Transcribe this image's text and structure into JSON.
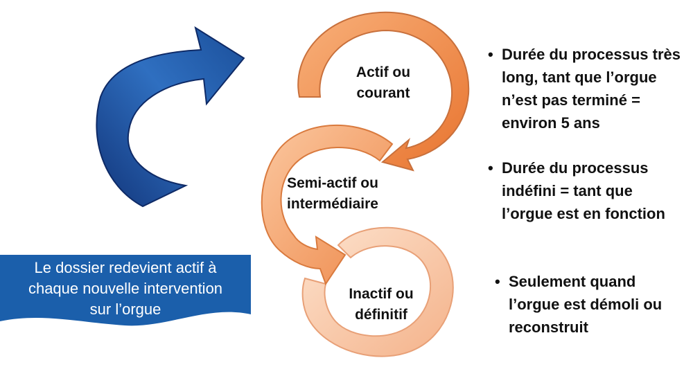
{
  "stages": [
    {
      "id": "actif",
      "lines": [
        "Actif ou",
        "courant"
      ]
    },
    {
      "id": "semi",
      "lines": [
        "Semi-actif ou",
        "intermédiaire"
      ]
    },
    {
      "id": "inactif",
      "lines": [
        "Inactif ou",
        "définitif"
      ]
    }
  ],
  "bullets": [
    {
      "lines": [
        "Durée du processus très",
        "long, tant que l’orgue",
        "n’est pas terminé =",
        "environ 5 ans"
      ]
    },
    {
      "lines": [
        "Durée du processus",
        "indéfini = tant que",
        "l’orgue est en fonction"
      ]
    },
    {
      "lines": [
        "Seulement quand",
        "l’orgue est démoli ou",
        "reconstruit"
      ]
    }
  ],
  "bullet_symbol": "•",
  "callout": {
    "lines": [
      "Le dossier redevient actif à",
      "chaque nouvelle intervention",
      "sur l’orgue"
    ]
  },
  "colors": {
    "ring_1_light": "#f8b07a",
    "ring_1_dark": "#e8742f",
    "ring_2_light": "#fbc79f",
    "ring_2_dark": "#ee8a4c",
    "ring_3_light": "#fde2cd",
    "ring_3_dark": "#f4b28a",
    "ring_stroke": "#c8703c",
    "blue_arrow_light": "#2f6fc0",
    "blue_arrow_dark": "#12357a",
    "callout_fill": "#1b5fab"
  }
}
